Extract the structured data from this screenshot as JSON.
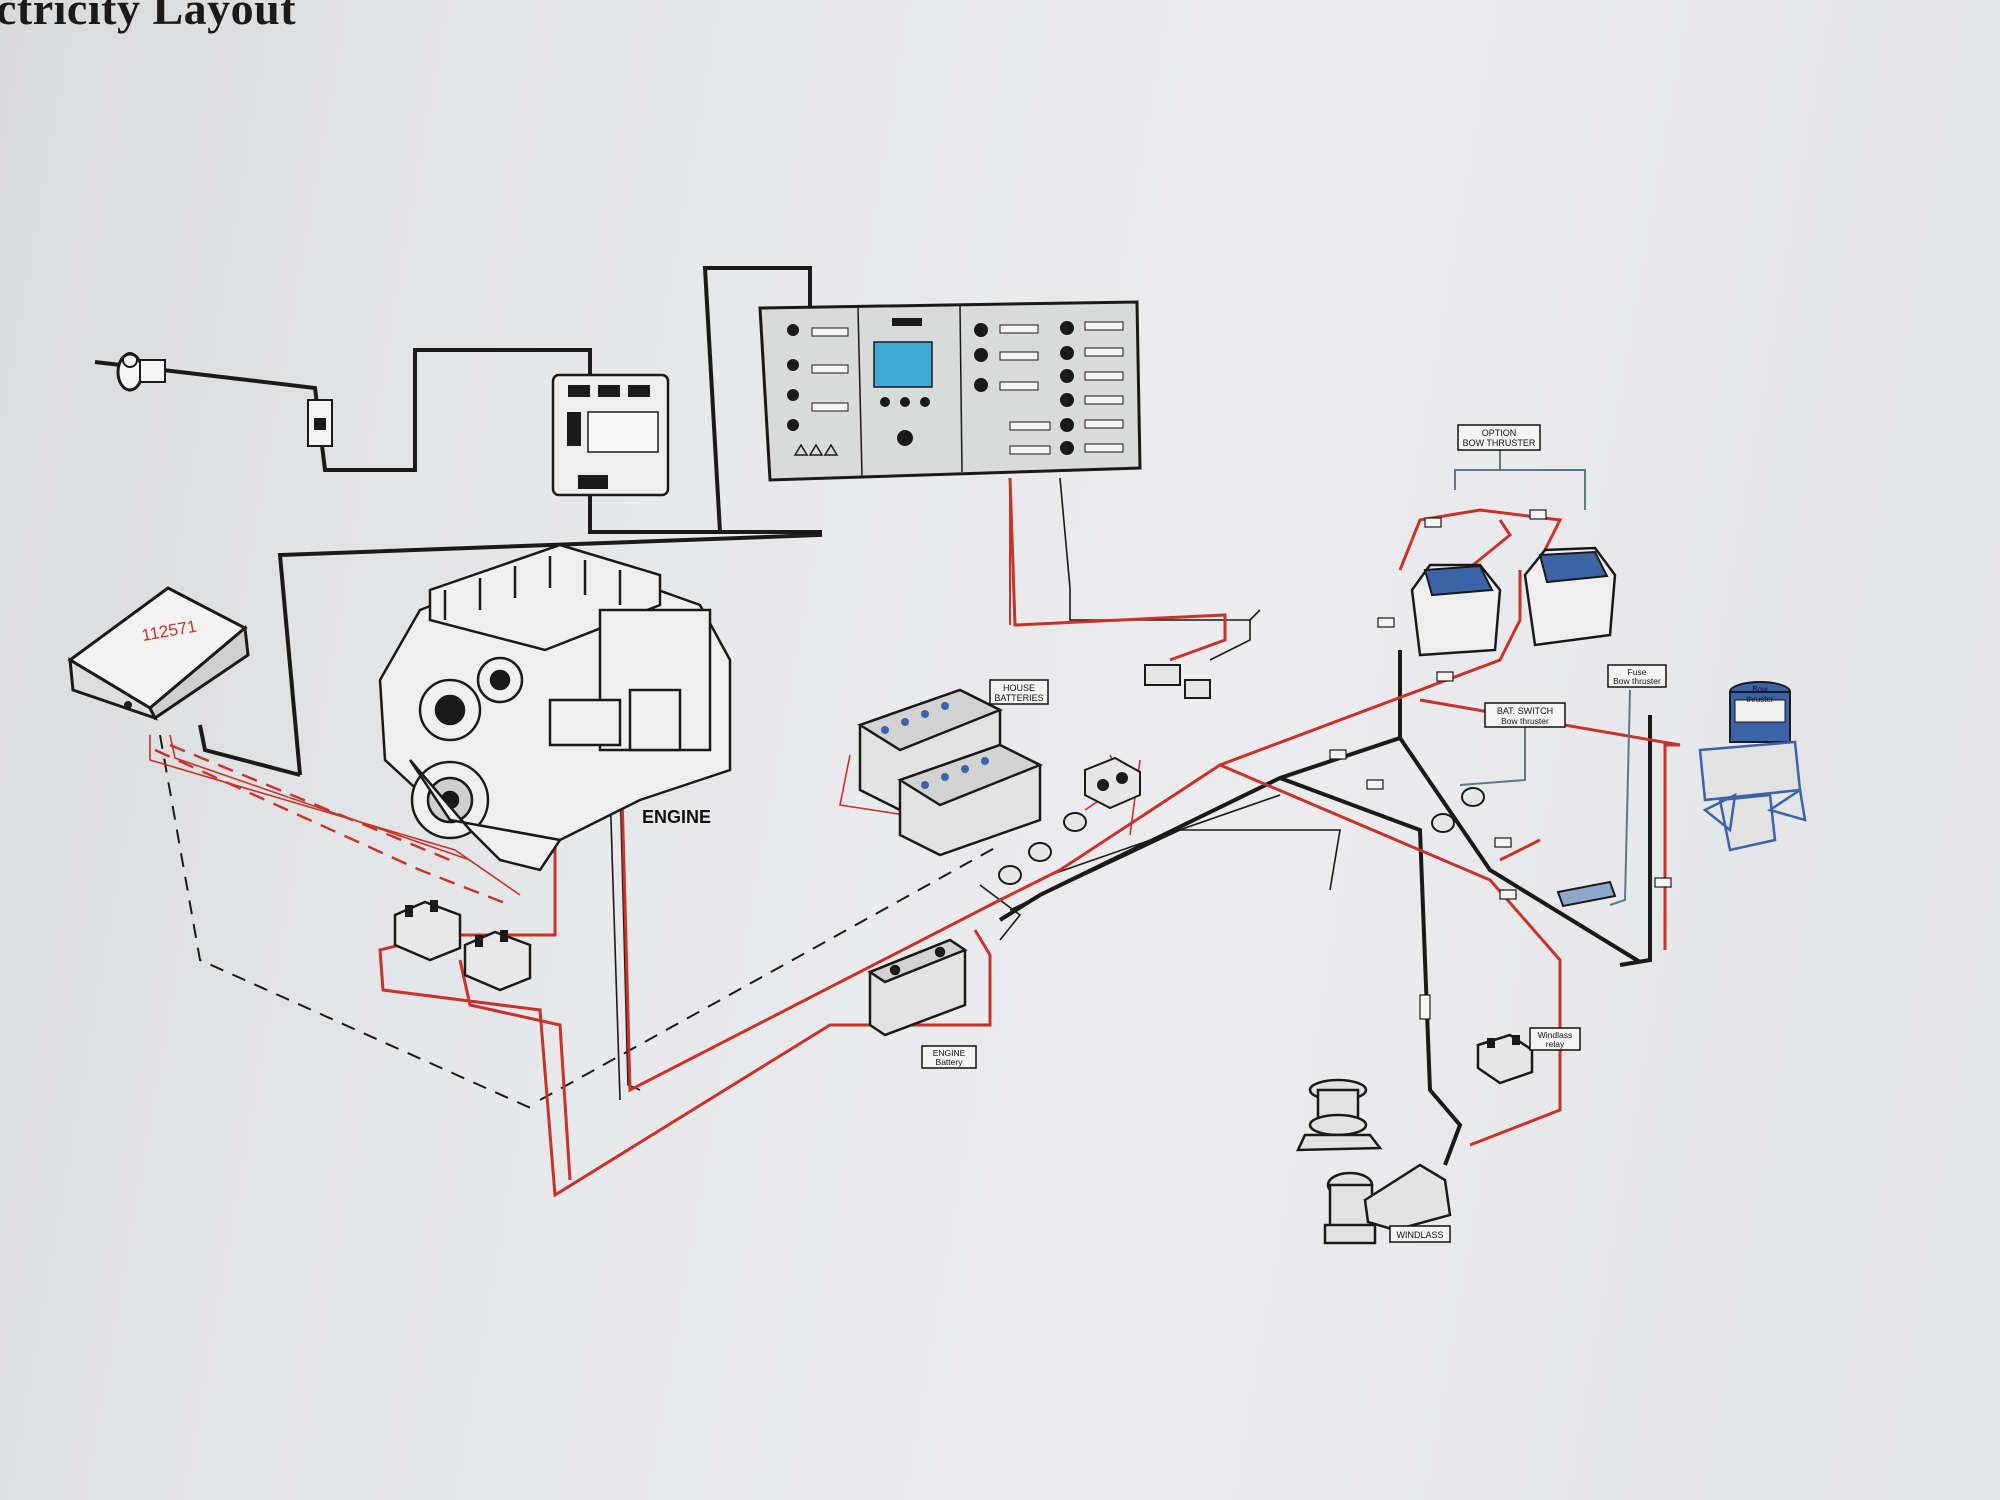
{
  "title": "ctricity Layout",
  "labels": {
    "control_box": "112571",
    "engine": "ENGINE",
    "house_batteries_l1": "HOUSE",
    "house_batteries_l2": "BATTERIES",
    "option_bow_thruster_l1": "OPTION",
    "option_bow_thruster_l2": "BOW THRUSTER",
    "bat_switch_l1": "BAT. SWITCH",
    "bat_switch_l2": "Bow thruster",
    "fuse_l1": "Fuse",
    "fuse_l2": "Bow thruster",
    "bow_thruster_l1": "Bow",
    "bow_thruster_l2": "thruster",
    "engine_battery_l1": "ENGINE",
    "engine_battery_l2": "Battery",
    "windlass_relay_l1": "Windlass",
    "windlass_relay_l2": "relay",
    "windlass": "WINDLASS"
  },
  "colors": {
    "positive_wire": "#c8322a",
    "negative_wire": "#1a1a1a",
    "signal_wire": "#5a7a8a",
    "battery_blue": "#3a63a8",
    "panel_display": "#3fa9d8"
  }
}
